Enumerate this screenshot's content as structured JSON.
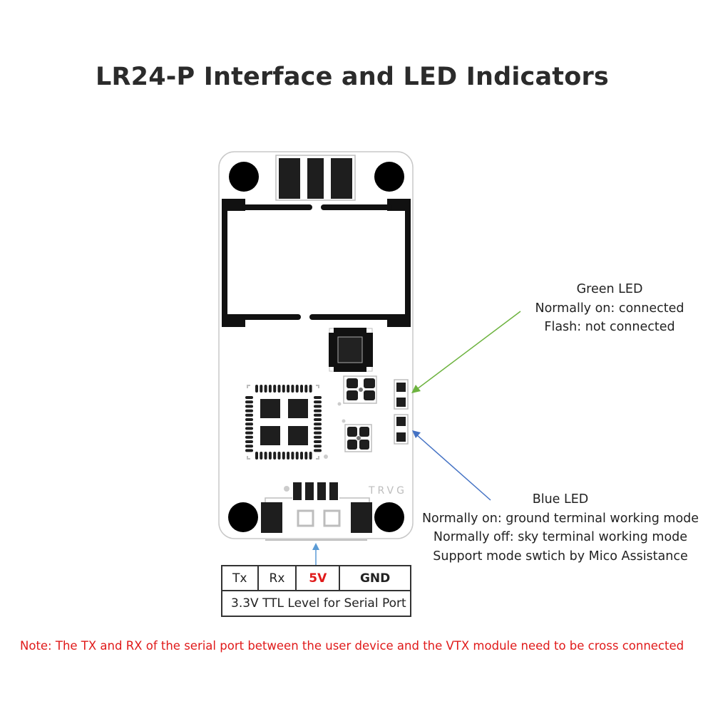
{
  "title": "LR24-P Interface and LED Indicators",
  "board": {
    "silkscreen_label": "TRVG"
  },
  "green_led": {
    "heading": "Green LED",
    "lines": [
      "Normally on: connected",
      "Flash: not connected"
    ],
    "arrow_color": "#6db33f"
  },
  "blue_led": {
    "heading": "Blue LED",
    "lines": [
      "Normally on: ground terminal working mode",
      "Normally off: sky terminal working mode",
      "Support mode swtich by Mico Assistance"
    ],
    "arrow_color": "#4472c4"
  },
  "pin_table": {
    "pins": [
      "Tx",
      "Rx",
      "5V",
      "GND"
    ],
    "caption": "3.3V TTL Level for Serial Port",
    "highlight_color": "#e01a1a"
  },
  "note": "Note: The TX and RX of the serial port between the user device and the VTX module need to be cross connected"
}
